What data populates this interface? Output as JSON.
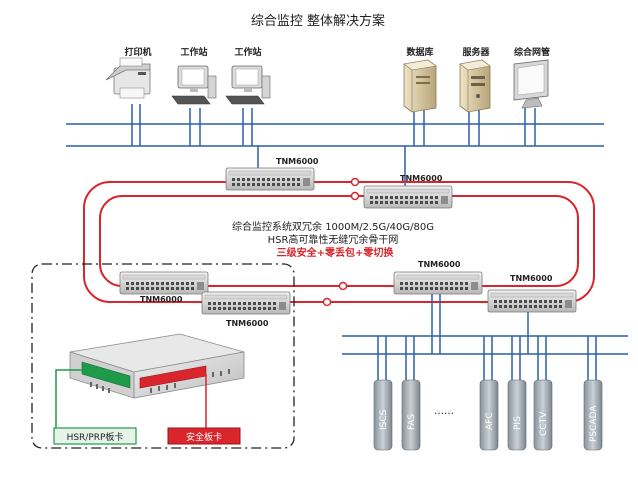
{
  "title": "综合监控 整体解决方案",
  "top_devices": [
    {
      "label": "打印机",
      "icon": "printer-icon"
    },
    {
      "label": "工作站",
      "icon": "workstation-icon"
    },
    {
      "label": "工作站",
      "icon": "workstation-icon"
    },
    {
      "label": "数据库",
      "icon": "database-server-icon"
    },
    {
      "label": "服务器",
      "icon": "server-icon"
    },
    {
      "label": "综合网管",
      "icon": "monitor-icon"
    }
  ],
  "switch_label": "TNM6000",
  "ring": {
    "line1": "综合监控系统双冗余  1000M/2.5G/40G/80G",
    "line2": "HSR高可靠性无缝冗余骨干网",
    "line3": "三级安全+零丢包+零切换"
  },
  "subsystems": [
    "ISCS",
    "FAS",
    "AFC",
    "PIS",
    "CCTV",
    "PSCADA"
  ],
  "ellipsis": "……",
  "cards": {
    "hsr": "HSR/PRP板卡",
    "security": "安全板卡"
  },
  "colors": {
    "ring": "#d9262c",
    "bus": "#2b5faa",
    "card_green": "#1f9a4a",
    "card_red": "#d9262c"
  }
}
